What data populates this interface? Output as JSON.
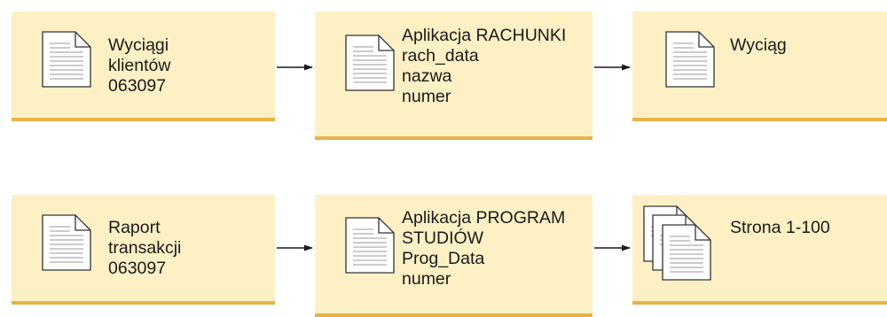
{
  "row1": {
    "source": {
      "lines": [
        "Wyciągi",
        "klientów",
        "063097"
      ]
    },
    "app": {
      "lines": [
        "Aplikacja RACHUNKI",
        "rach_data",
        "nazwa",
        "numer"
      ]
    },
    "output": {
      "lines": [
        "Wyciąg"
      ]
    }
  },
  "row2": {
    "source": {
      "lines": [
        "Raport",
        "transakcji",
        "063097"
      ]
    },
    "app": {
      "lines": [
        "Aplikacja PROGRAM",
        "STUDIÓW",
        "Prog_Data",
        "numer"
      ]
    },
    "output": {
      "lines": [
        "Strona 1-100"
      ]
    }
  },
  "colors": {
    "box_fill": "#fdf0c4",
    "box_shadow": "#e6b34a",
    "icon_stroke": "#333333",
    "arrow": "#1a1a1a"
  }
}
